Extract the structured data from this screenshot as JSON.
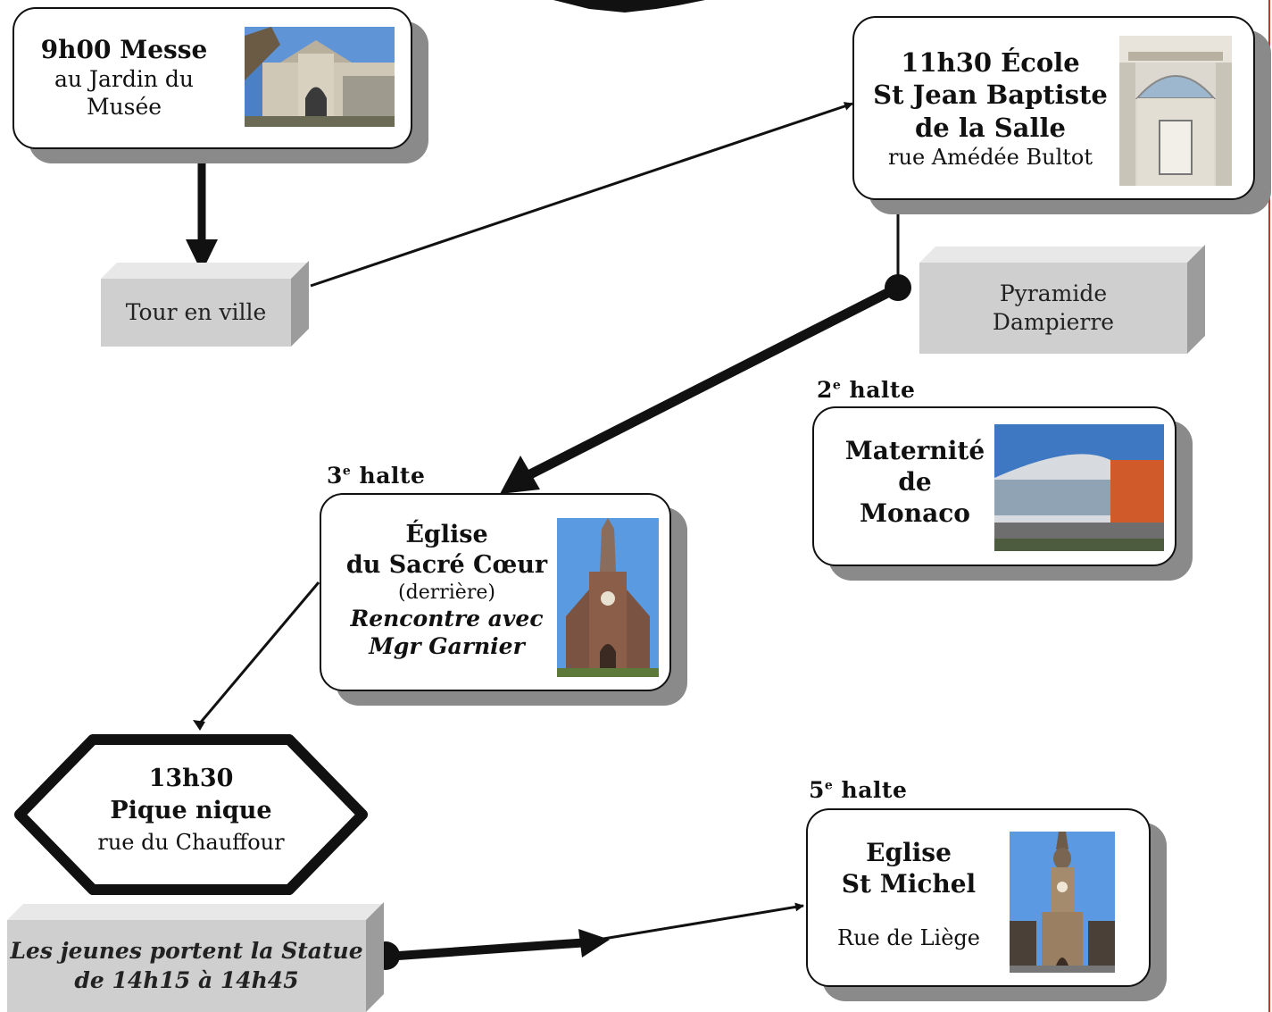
{
  "nodes": {
    "messe": {
      "time": "9h00 Messe",
      "line1": "au Jardin du",
      "line2": "Musée"
    },
    "ecole": {
      "line1": "11h30 École",
      "line2": "St Jean Baptiste",
      "line3": "de la Salle",
      "line4": "rue Amédée Bultot"
    },
    "tour": {
      "label": "Tour en ville"
    },
    "pyramide": {
      "line1": "Pyramide",
      "line2": "Dampierre"
    },
    "halte2": {
      "num": "2",
      "sup": "e",
      "word": " halte"
    },
    "maternite": {
      "line1": "Maternité",
      "line2": "de",
      "line3": "Monaco"
    },
    "halte3": {
      "num": "3",
      "sup": "e",
      "word": " halte"
    },
    "sacre": {
      "line1": "Église",
      "line2": "du Sacré Cœur",
      "line3": "(derrière)",
      "line4": "Rencontre avec",
      "line5": "Mgr Garnier"
    },
    "picnic": {
      "line1": "13h30",
      "line2": "Pique nique",
      "line3": "rue du Chauffour"
    },
    "statue": {
      "line1": "Les jeunes portent la Statue",
      "line2": "de 14h15 à 14h45"
    },
    "halte5": {
      "num": "5",
      "sup": "e",
      "word": " halte"
    },
    "michel": {
      "line1": "Eglise",
      "line2": "St Michel",
      "line3": "Rue de Liège"
    }
  },
  "colors": {
    "shadow": "#8a8a8a",
    "block": "#cfcfcf",
    "border": "#111111",
    "margin_line": "#c0392b"
  }
}
